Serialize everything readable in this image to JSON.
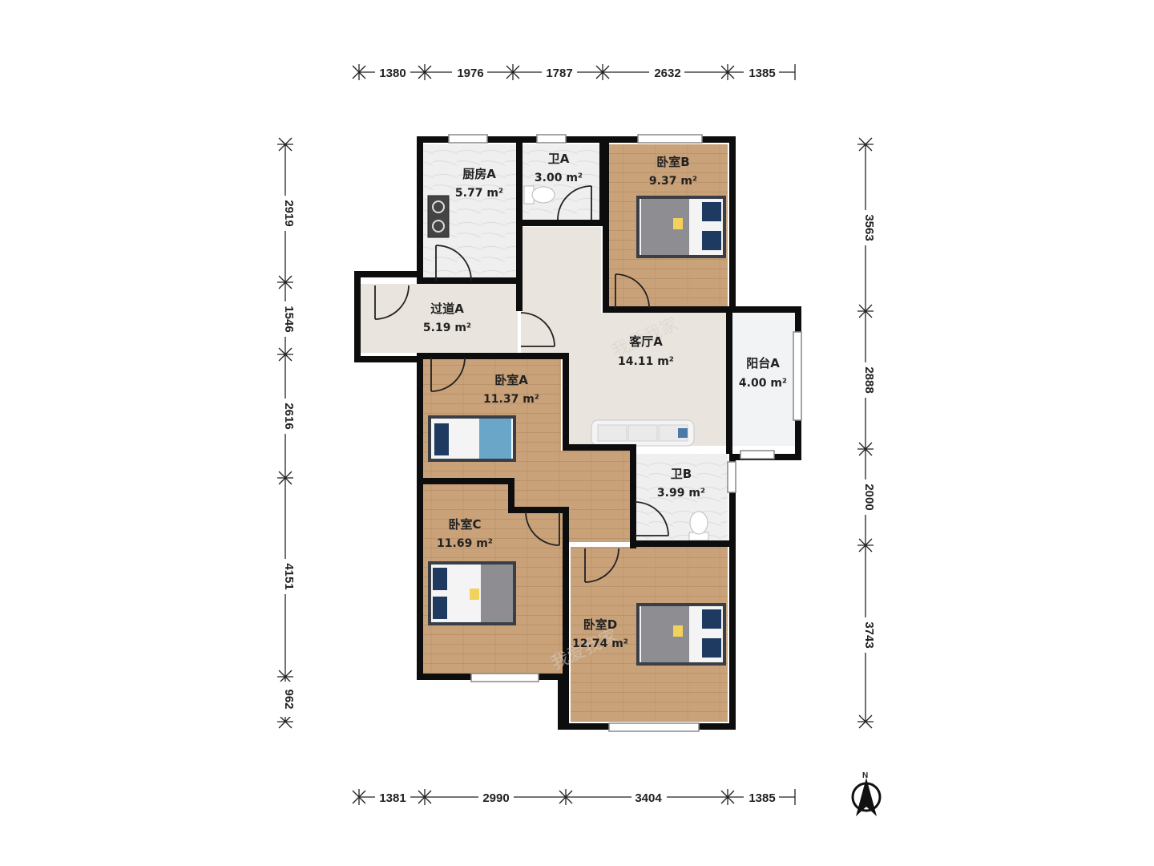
{
  "colors": {
    "wall": "#0d0d0d",
    "wood": "#c9a27a",
    "tile": "#ececec",
    "living": "#e9e5de",
    "balcony": "#f1f3f5",
    "dim_line": "#222222"
  },
  "dimensions": {
    "top": [
      "1380",
      "1976",
      "1787",
      "2632",
      "1385"
    ],
    "bottom": [
      "1381",
      "2990",
      "3404",
      "1385"
    ],
    "left": [
      "2919",
      "1546",
      "2616",
      "4151",
      "962"
    ],
    "right": [
      "3563",
      "2888",
      "2000",
      "3743"
    ]
  },
  "rooms": {
    "kitchen_a": {
      "name": "厨房A",
      "area": "5.77 m²"
    },
    "bath_a": {
      "name": "卫A",
      "area": "3.00 m²"
    },
    "bedroom_b": {
      "name": "卧室B",
      "area": "9.37 m²"
    },
    "hall_a": {
      "name": "过道A",
      "area": "5.19 m²"
    },
    "living_a": {
      "name": "客厅A",
      "area": "14.11 m²"
    },
    "balcony_a": {
      "name": "阳台A",
      "area": "4.00 m²"
    },
    "bedroom_a": {
      "name": "卧室A",
      "area": "11.37 m²"
    },
    "bath_b": {
      "name": "卫B",
      "area": "3.99 m²"
    },
    "bedroom_c": {
      "name": "卧室C",
      "area": "11.69 m²"
    },
    "bedroom_d": {
      "name": "卧室D",
      "area": "12.74 m²"
    }
  },
  "compass": {
    "label": "N",
    "icon": "north-arrow-icon"
  },
  "watermark": "我爱我家"
}
